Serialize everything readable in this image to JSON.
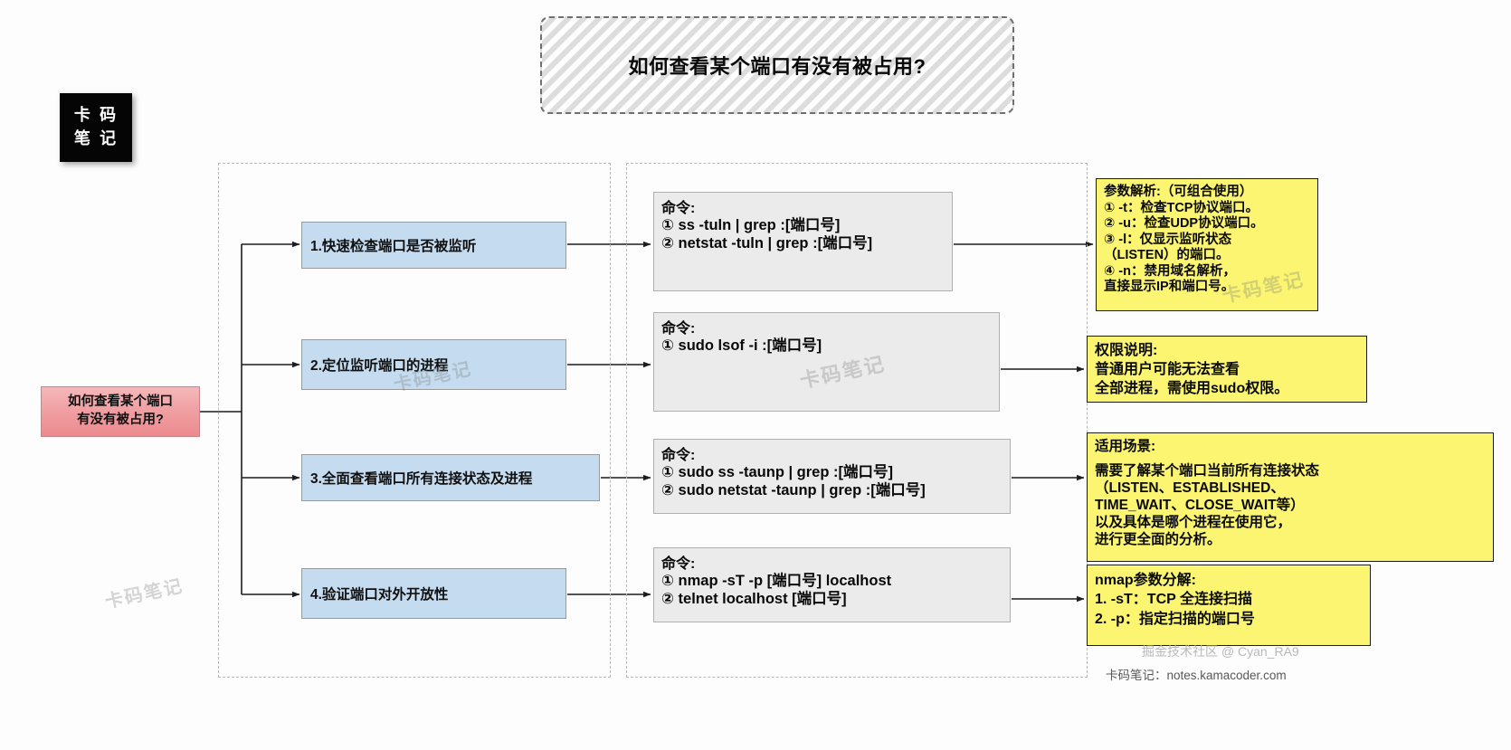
{
  "logo": {
    "line1": "卡 码",
    "line2": "笔 记"
  },
  "title": {
    "text": "如何查看某个端口有没有被占用?"
  },
  "root": {
    "line1": "如何查看某个端口",
    "line2": "有没有被占用?"
  },
  "steps": [
    {
      "label": "1.快速检查端口是否被监听"
    },
    {
      "label": "2.定位监听端口的进程"
    },
    {
      "label": "3.全面查看端口所有连接状态及进程"
    },
    {
      "label": "4.验证端口对外开放性"
    }
  ],
  "commands": [
    {
      "title": "命令:",
      "lines": [
        "① ss -tuln | grep :[端口号]",
        "② netstat -tuln | grep :[端口号]"
      ],
      "watermark": ""
    },
    {
      "title": "命令:",
      "lines": [
        "① sudo lsof -i :[端口号]"
      ],
      "watermark": "卡码笔记"
    },
    {
      "title": "命令:",
      "lines": [
        "① sudo ss -taunp | grep :[端口号]",
        "② sudo netstat -taunp | grep :[端口号]"
      ],
      "watermark": ""
    },
    {
      "title": "命令:",
      "lines": [
        "① nmap -sT -p [端口号] localhost",
        "② telnet localhost [端口号]"
      ],
      "watermark": ""
    }
  ],
  "notes": [
    {
      "lines": [
        "参数解析:（可组合使用）",
        "① -t：检查TCP协议端口。",
        "② -u：检查UDP协议端口。",
        "③ -l：仅显示监听状态",
        "（LISTEN）的端口。",
        "④ -n：禁用域名解析，",
        "直接显示IP和端口号。"
      ],
      "watermark": "卡码笔记"
    },
    {
      "lines": [
        "权限说明:",
        "普通用户可能无法查看",
        "全部进程，需使用sudo权限。"
      ],
      "watermark": ""
    },
    {
      "lines": [
        "适用场景:",
        "需要了解某个端口当前所有连接状态",
        "（LISTEN、ESTABLISHED、",
        "TIME_WAIT、CLOSE_WAIT等）",
        "以及具体是哪个进程在使用它，",
        "进行更全面的分析。"
      ],
      "watermark": ""
    },
    {
      "lines": [
        "nmap参数分解:",
        "1. -sT：TCP 全连接扫描",
        "2. -p：指定扫描的端口号"
      ],
      "watermark": ""
    }
  ],
  "watermarks": {
    "step2": "卡码笔记",
    "step4": "卡码笔记"
  },
  "footer": {
    "left": "卡码笔记：notes.kamacoder.com",
    "right": "掘金技术社区 @ Cyan_RA9"
  },
  "colors": {
    "root_fill": "#f0a0a3",
    "step_fill": "#c5dcf0",
    "command_fill": "#ebebeb",
    "note_fill": "#fbf571",
    "frame_border": "#b8b8b8",
    "title_border": "#6f6f6f"
  }
}
